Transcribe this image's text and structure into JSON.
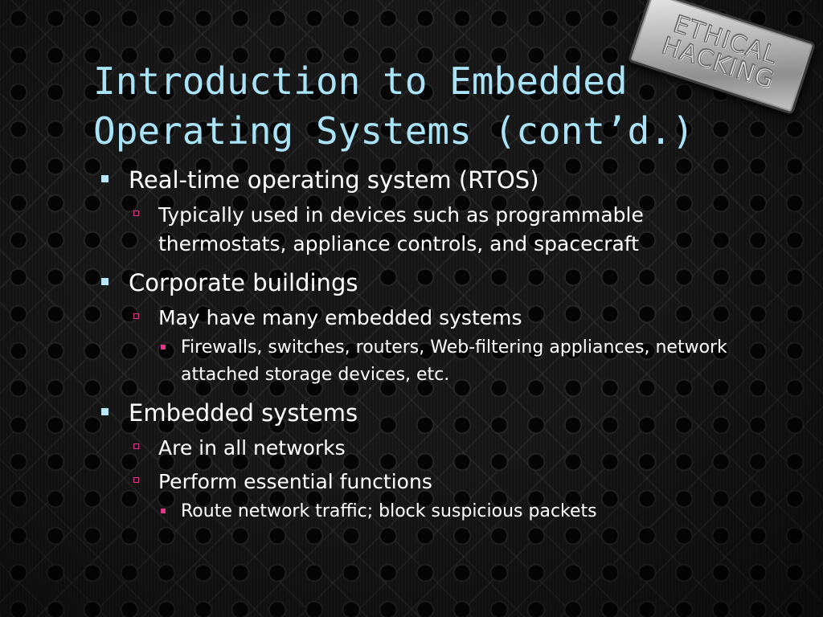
{
  "badge": {
    "lines": [
      "ETHICAL",
      "HACKING"
    ]
  },
  "slide": {
    "title_lines": [
      "Introduction to Embedded",
      "Operating Systems (cont’d.)"
    ],
    "bullets": [
      {
        "level": 1,
        "text": "Real-time operating system (RTOS)"
      },
      {
        "level": 2,
        "text": "Typically used in devices such as programmable thermostats, appliance controls, and spacecraft"
      },
      {
        "level": 1,
        "text": "Corporate buildings"
      },
      {
        "level": 2,
        "text": "May have many embedded systems"
      },
      {
        "level": 3,
        "text": "Firewalls, switches, routers, Web-filtering appliances, network attached storage devices, etc."
      },
      {
        "level": 1,
        "text": "Embedded systems"
      },
      {
        "level": 2,
        "text": "Are in all networks"
      },
      {
        "level": 2,
        "text": "Perform essential functions"
      },
      {
        "level": 3,
        "text": "Route network traffic; block suspicious packets"
      }
    ]
  },
  "colors": {
    "title": "#a9e3f7",
    "body_text": "#ffffff",
    "bullet_level1": "#b9e6f5",
    "bullet_level2_3": "#e0388a"
  },
  "icons": {
    "bullet_level1": "square-bullet-icon",
    "bullet_level2": "hollow-square-bullet-icon",
    "bullet_level3": "small-square-bullet-icon"
  }
}
